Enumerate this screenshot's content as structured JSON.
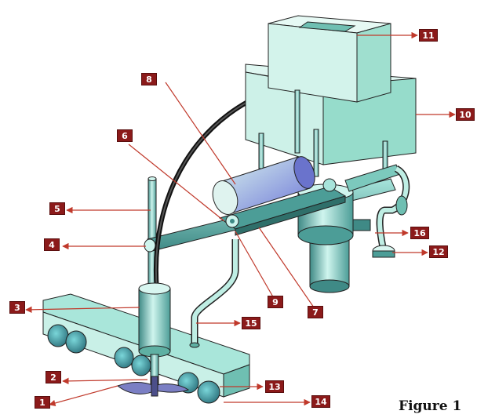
{
  "figure": {
    "caption": "Figure 1",
    "callouts": [
      {
        "id": "1",
        "text": "1"
      },
      {
        "id": "2",
        "text": "2"
      },
      {
        "id": "3",
        "text": "3"
      },
      {
        "id": "4",
        "text": "4"
      },
      {
        "id": "5",
        "text": "5"
      },
      {
        "id": "6",
        "text": "6"
      },
      {
        "id": "7",
        "text": "7"
      },
      {
        "id": "8",
        "text": "8"
      },
      {
        "id": "9",
        "text": "9"
      },
      {
        "id": "10",
        "text": "10"
      },
      {
        "id": "11",
        "text": "11"
      },
      {
        "id": "12",
        "text": "12"
      },
      {
        "id": "13",
        "text": "13"
      },
      {
        "id": "14",
        "text": "14"
      },
      {
        "id": "15",
        "text": "15"
      },
      {
        "id": "16",
        "text": "16"
      }
    ],
    "colors": {
      "callout_fill": "#8b1a1a",
      "leader_line": "#c0392b",
      "body_light": "#cfeee0",
      "body_side": "#8fd6c4",
      "body_dark": "#5fb0a3",
      "motor_blue": "#8a8fe0"
    }
  }
}
